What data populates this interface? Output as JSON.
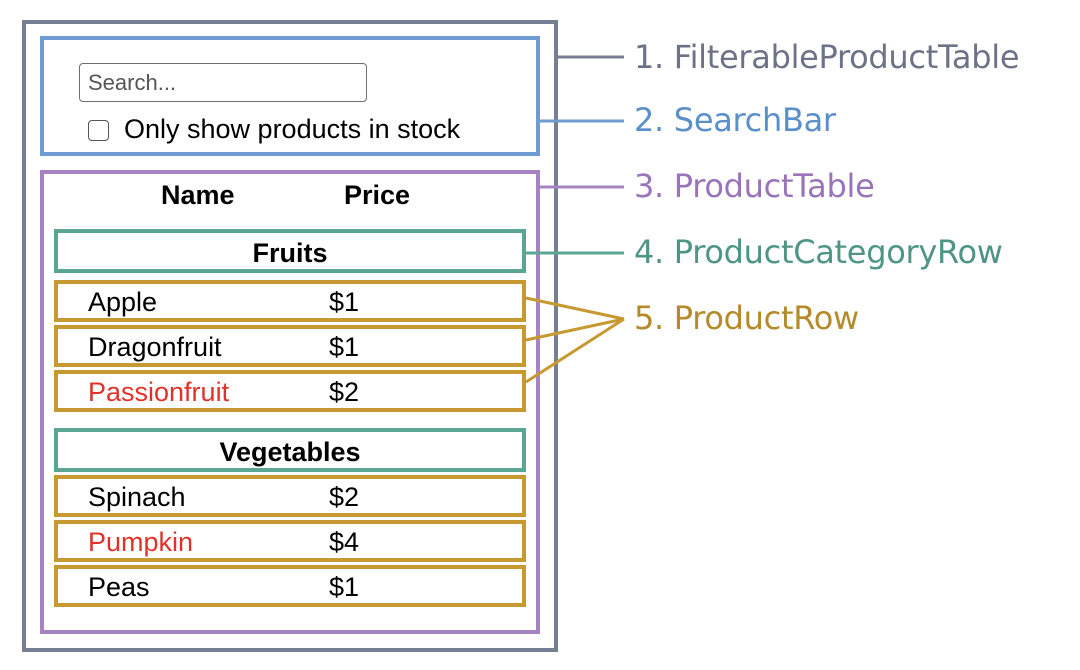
{
  "colors": {
    "filterable_product_table": "#757e92",
    "search_bar": "#6d9bd2",
    "product_table": "#a684c4",
    "product_category_row": "#5aa693",
    "product_row": "#c69a31",
    "out_of_stock_text": "#e03229"
  },
  "search": {
    "placeholder": "Search...",
    "value": "",
    "checkbox_label": "Only show products in stock",
    "checkbox_checked": false
  },
  "table": {
    "headers": {
      "name": "Name",
      "price": "Price"
    },
    "categories": [
      {
        "name": "Fruits",
        "products": [
          {
            "name": "Apple",
            "price": "$1",
            "stocked": true
          },
          {
            "name": "Dragonfruit",
            "price": "$1",
            "stocked": true
          },
          {
            "name": "Passionfruit",
            "price": "$2",
            "stocked": false
          }
        ]
      },
      {
        "name": "Vegetables",
        "products": [
          {
            "name": "Spinach",
            "price": "$2",
            "stocked": true
          },
          {
            "name": "Pumpkin",
            "price": "$4",
            "stocked": false
          },
          {
            "name": "Peas",
            "price": "$1",
            "stocked": true
          }
        ]
      }
    ]
  },
  "labels": [
    "1. FilterableProductTable",
    "2. SearchBar",
    "3. ProductTable",
    "4. ProductCategoryRow",
    "5. ProductRow"
  ]
}
